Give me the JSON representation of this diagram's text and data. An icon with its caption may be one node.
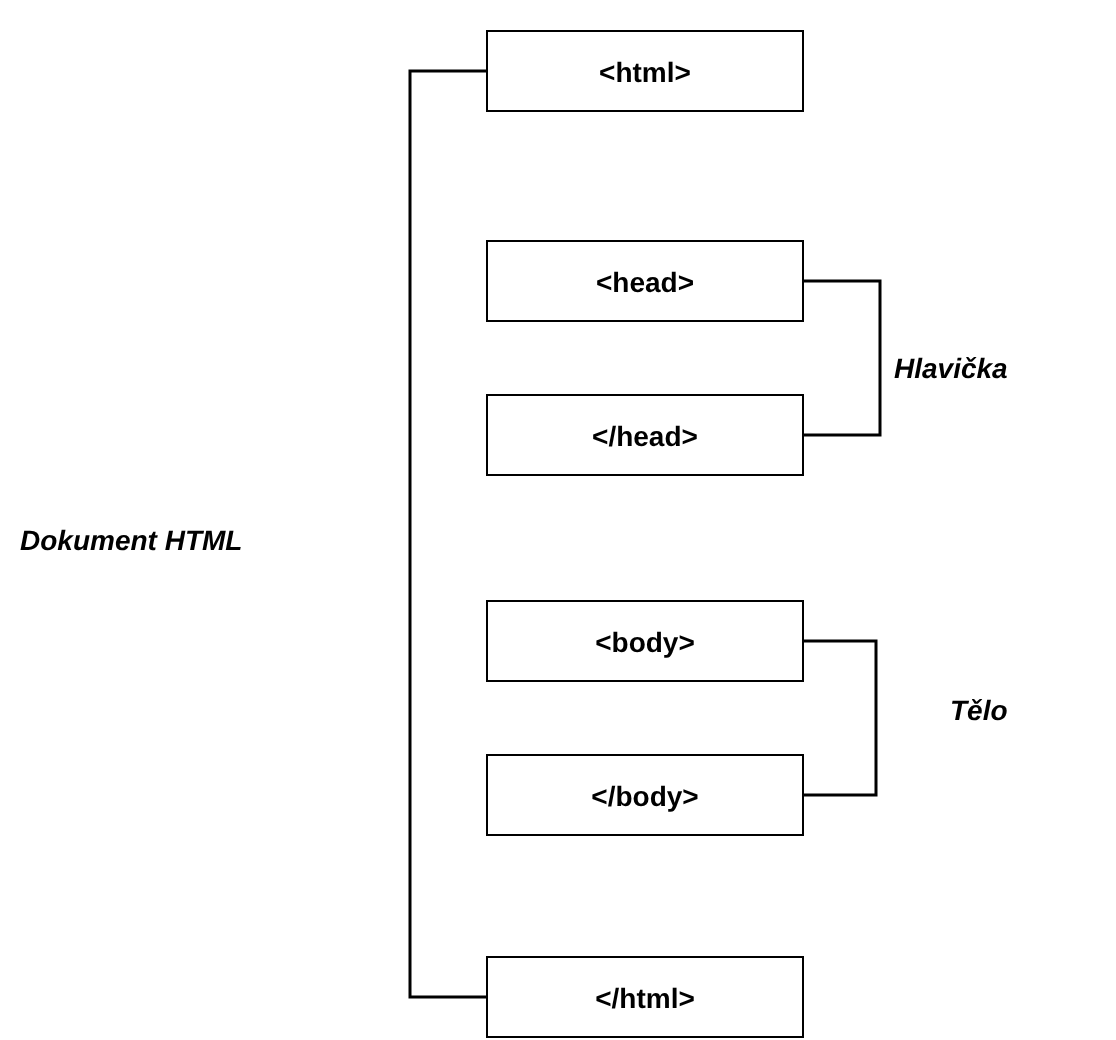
{
  "diagram": {
    "nodes": [
      {
        "text": [
          "<html>"
        ]
      },
      {
        "text": [
          "<head>"
        ]
      },
      {
        "text": [
          "</head>"
        ]
      },
      {
        "text": [
          "<body>"
        ]
      },
      {
        "text": [
          "</body>"
        ]
      },
      {
        "text": [
          "</html>"
        ]
      }
    ],
    "edges": [
      {
        "from": 0,
        "to": 5,
        "arrow": "none"
      },
      {
        "from": 1,
        "to": 2,
        "arrow": "none"
      },
      {
        "from": 3,
        "to": 4,
        "arrow": "none"
      }
    ],
    "labels": [
      "Hlavička",
      "Dokument HTML",
      "Tělo"
    ]
  }
}
